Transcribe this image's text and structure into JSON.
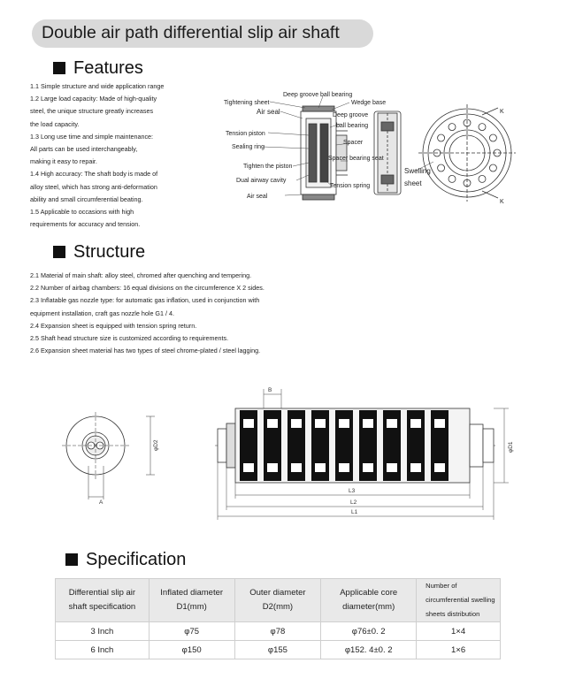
{
  "title": "Double air path differential slip air shaft",
  "features": {
    "heading": "Features",
    "lines": [
      "1.1 Simple structure and wide application range",
      "1.2 Large load capacity: Made of high-quality",
      "steel, the unique structure greatly increases",
      "the load capacity.",
      "1.3 Long use time and simple maintenance:",
      " All parts can be used interchangeably,",
      "making it easy to repair.",
      "1.4 High accuracy: The shaft body is made of",
      "alloy steel, which has strong anti-deformation",
      "ability and small circumferential beating.",
      "1.5 Applicable to occasions with high",
      "requirements for accuracy and tension."
    ]
  },
  "diagram": {
    "labels": {
      "deep_groove_ball_bearing": "Deep groove ball bearing",
      "tightening_sheet": "Tightening sheet",
      "wedge_base": "Wedge base",
      "air_seal_top": "Air seal",
      "deep_groove": "Deep groove",
      "ball_bearing": "ball bearing",
      "tension_piston": "Tension piston",
      "spacer": "Spacer",
      "sealing_ring": "Sealing ring",
      "spacer_bearing_seat": "Spacer bearing seat",
      "tighten_the_piston": "Tighten the piston",
      "dual_airway_cavity": "Dual airway cavity",
      "tension_spring": "Tension spring",
      "air_seal_bottom": "Air seal",
      "swelling": "Swelling",
      "sheet": "sheet",
      "k_top": "K",
      "k_bottom": "K"
    }
  },
  "structure": {
    "heading": "Structure",
    "lines": [
      "2.1 Material of main shaft: alloy steel, chromed after quenching and tempering.",
      "2.2 Number of airbag chambers: 16 equal divisions on the circumference X 2 sides.",
      "2.3 Inflatable gas nozzle type: for automatic gas inflation, used in conjunction with",
      " equipment installation, craft gas nozzle hole G1 / 4.",
      "2.4 Expansion sheet is equipped with tension spring return.",
      "2.5 Shaft head structure size is customized according to requirements.",
      "2.6 Expansion sheet material has two types of steel chrome-plated / steel lagging."
    ]
  },
  "drawing": {
    "dim_b": "B",
    "dim_a": "A",
    "dim_d2": "φD2",
    "dim_d1": "φD1",
    "dim_l3": "L3",
    "dim_l2": "L2",
    "dim_l1": "L1"
  },
  "specification": {
    "heading": "Specification",
    "headers": [
      [
        "Differential slip air",
        "shaft specification"
      ],
      [
        "Inflated diameter",
        "D1(mm)"
      ],
      [
        "Outer diameter",
        "D2(mm)"
      ],
      [
        "Applicable core",
        "diameter(mm)"
      ],
      [
        "Number of",
        "circumferential swelling",
        "sheets distribution"
      ]
    ],
    "rows": [
      [
        "3 Inch",
        "φ75",
        "φ78",
        "φ76±0. 2",
        "1×4"
      ],
      [
        "6 Inch",
        "φ150",
        "φ155",
        "φ152. 4±0. 2",
        "1×6"
      ]
    ]
  }
}
